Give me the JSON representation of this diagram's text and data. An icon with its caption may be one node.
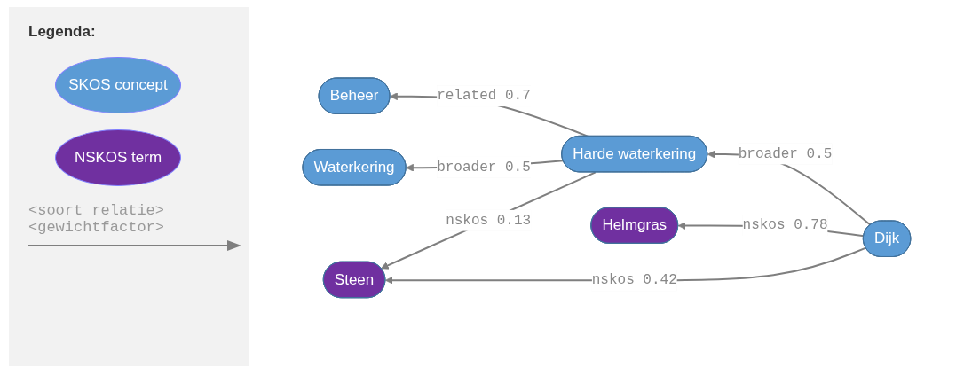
{
  "diagram": {
    "nodes": [
      {
        "text": [
          "Beheer"
        ]
      },
      {
        "text": [
          "Waterkering"
        ]
      },
      {
        "text": [
          "Harde waterkering"
        ]
      },
      {
        "text": [
          "Steen"
        ]
      },
      {
        "text": [
          "Helmgras"
        ]
      },
      {
        "text": [
          "Dijk"
        ]
      }
    ],
    "edges": [
      {
        "from": 2,
        "to": 0,
        "arrow": "to",
        "label": "related 0.7"
      },
      {
        "from": 2,
        "to": 1,
        "arrow": "to",
        "label": "broader 0.5"
      },
      {
        "from": 2,
        "to": 3,
        "arrow": "to",
        "label": "nskos 0.13"
      },
      {
        "from": 5,
        "to": 2,
        "arrow": "to",
        "label": "broader 0.5"
      },
      {
        "from": 5,
        "to": 3,
        "arrow": "to",
        "label": "nskos 0.42"
      },
      {
        "from": 5,
        "to": 4,
        "arrow": "to",
        "label": "nskos 0.78"
      }
    ],
    "labels": [
      "Legenda:"
    ],
    "legend": [
      {
        "text": "SKOS concept",
        "color": "#5b9bd5"
      },
      {
        "text": "NSKOS term",
        "color": "#7030a0"
      },
      {
        "text": "<soort relatie> <gewichtfactor>"
      }
    ]
  }
}
